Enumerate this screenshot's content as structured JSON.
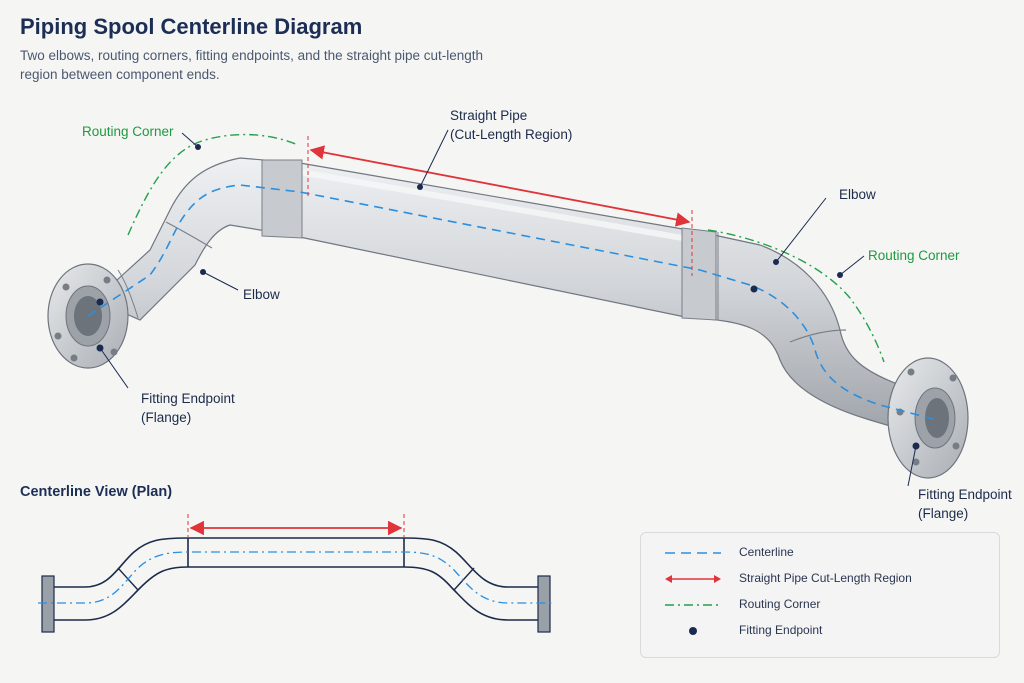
{
  "title": "Piping Spool Centerline Diagram",
  "subtitle": "Two elbows, routing corners, fitting endpoints, and the straight pipe cut-length region between component ends.",
  "labels": {
    "straight_pipe_line1": "Straight Pipe",
    "straight_pipe_line2": "(Cut-Length Region)",
    "routing_corner_left": "Routing Corner",
    "routing_corner_right": "Routing Corner",
    "elbow_left": "Elbow",
    "elbow_right": "Elbow",
    "fitting_left_line1": "Fitting Endpoint",
    "fitting_left_line2": "(Flange)",
    "fitting_right_line1": "Fitting Endpoint",
    "fitting_right_line2": "(Flange)"
  },
  "plan_view": {
    "title": "Centerline View (Plan)"
  },
  "legend": {
    "items": [
      {
        "symbol": "dashed-blue-line",
        "label": "Centerline"
      },
      {
        "symbol": "red-double-arrow",
        "label": "Straight Pipe Cut-Length Region"
      },
      {
        "symbol": "green-dash-dot-line",
        "label": "Routing Corner"
      },
      {
        "symbol": "navy-dot",
        "label": "Fitting Endpoint"
      }
    ]
  },
  "colors": {
    "centerline": "#2b8fe0",
    "cut_length": "#e0343a",
    "routing_corner": "#22a04a",
    "endpoint": "#1a2a50",
    "pipe_fill": "#d4d6d9"
  }
}
